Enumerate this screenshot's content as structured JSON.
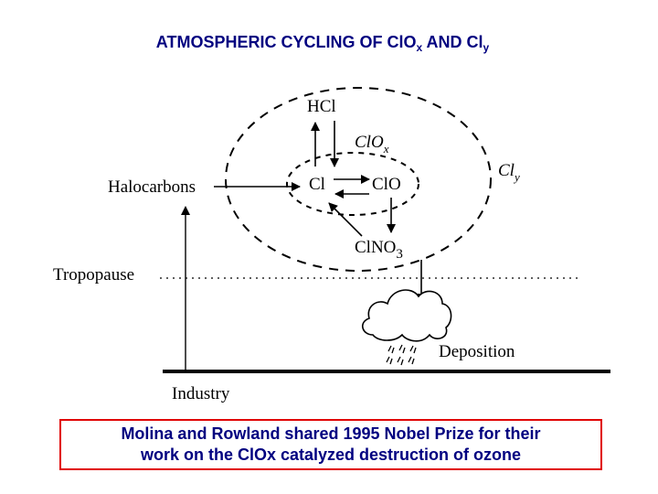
{
  "title": {
    "main": "ATMOSPHERIC CYCLING OF ClO",
    "sub_x": "x",
    "mid": " AND Cl",
    "sub_y": "y"
  },
  "diagram": {
    "hcl": "HCl",
    "clox": "ClO",
    "clox_sub": "x",
    "cly": "Cl",
    "cly_sub": "y",
    "halocarbons": "Halocarbons",
    "cl": "Cl",
    "clo": "ClO",
    "clono": "ClNO",
    "clono_sub": "3",
    "tropopause": "Tropopause",
    "deposition": "Deposition",
    "industry": "Industry"
  },
  "note": {
    "line1": "Molina and Rowland shared 1995 Nobel Prize for their",
    "line2": "work on the ClOx catalyzed destruction of ozone"
  }
}
